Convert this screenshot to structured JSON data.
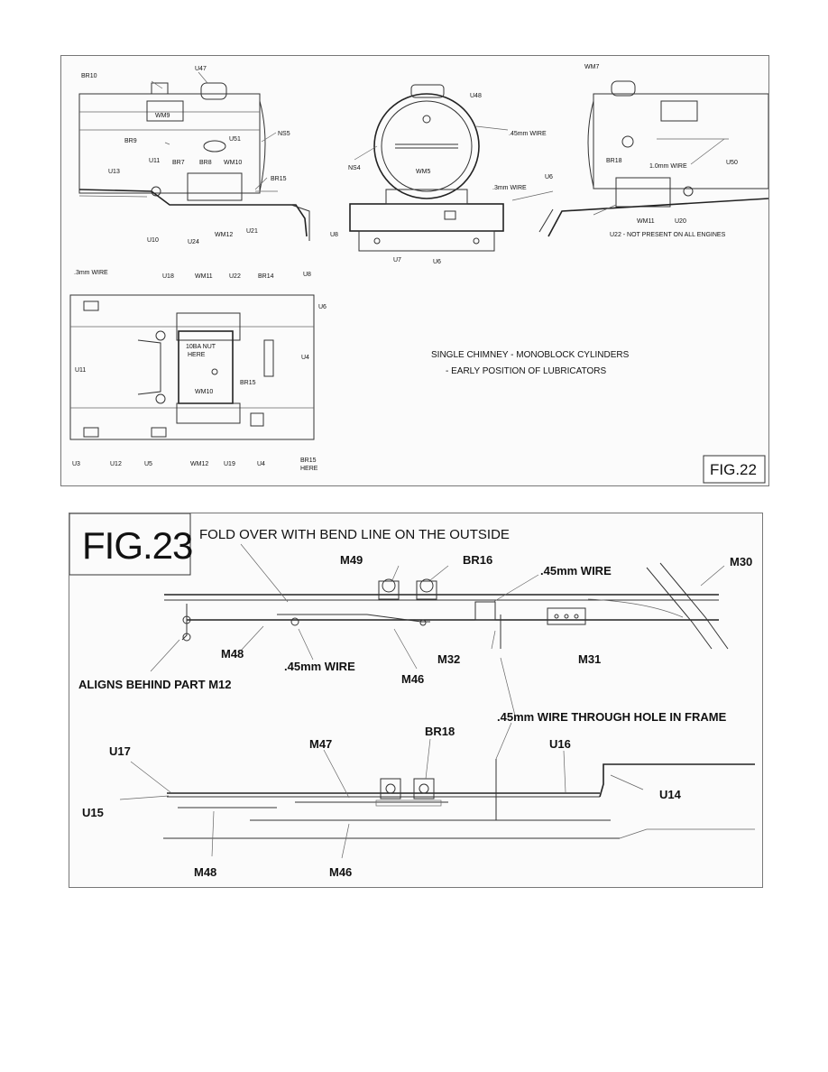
{
  "fig22": {
    "title": "FIG.22",
    "note_line1": "SINGLE CHIMNEY  - MONOBLOCK CYLINDERS",
    "note_line2": "- EARLY POSITION OF LUBRICATORS",
    "labels": {
      "br10": "BR10",
      "u47": "U47",
      "wm9": "WM9",
      "br9": "BR9",
      "u51": "U51",
      "ns5": "NS5",
      "u11a": "U11",
      "br7": "BR7",
      "br8": "BR8",
      "wm10a": "WM10",
      "br15a": "BR15",
      "u13": "U13",
      "u10": "U10",
      "u24": "U24",
      "wm12a": "WM12",
      "u21": "U21",
      "u48": "U48",
      "wire45a": ".45mm WIRE",
      "ns4": "NS4",
      "wm5": "WM5",
      "wire3a": ".3mm WIRE",
      "u8a": "U8",
      "u7": "U7",
      "u6a": "U6",
      "wm7": "WM7",
      "br18a": "BR18",
      "wire10": "1.0mm WIRE",
      "u50": "U50",
      "u6b": "U6",
      "wm11a": "WM11",
      "u20": "U20",
      "u22note": "U22 - NOT PRESENT ON ALL ENGINES",
      "wire3b": ".3mm WIRE",
      "u18": "U18",
      "wm11b": "WM11",
      "u22": "U22",
      "br14": "BR14",
      "u8b": "U8",
      "u6c": "U6",
      "nut1": "10BA NUT",
      "nut2": "HERE",
      "u11b": "U11",
      "wm10b": "WM10",
      "br15b": "BR15",
      "u4a": "U4",
      "u3": "U3",
      "u12": "U12",
      "u5": "U5",
      "wm12b": "WM12",
      "u19": "U19",
      "u4b": "U4",
      "br15c": "BR15",
      "here": "HERE"
    }
  },
  "fig23": {
    "title": "FIG.23",
    "labels": {
      "fold": "FOLD OVER WITH BEND LINE ON THE OUTSIDE",
      "m49": "M49",
      "br16": "BR16",
      "wire45a": ".45mm WIRE",
      "m30": "M30",
      "m48a": "M48",
      "wire45b": ".45mm WIRE",
      "m46a": "M46",
      "m32": "M32",
      "m31": "M31",
      "aligns": "ALIGNS BEHIND PART M12",
      "wire_hole": ".45mm WIRE THROUGH HOLE IN FRAME",
      "u17": "U17",
      "m47": "M47",
      "br18": "BR18",
      "u16": "U16",
      "u15": "U15",
      "u14": "U14",
      "m48b": "M48",
      "m46b": "M46"
    }
  }
}
